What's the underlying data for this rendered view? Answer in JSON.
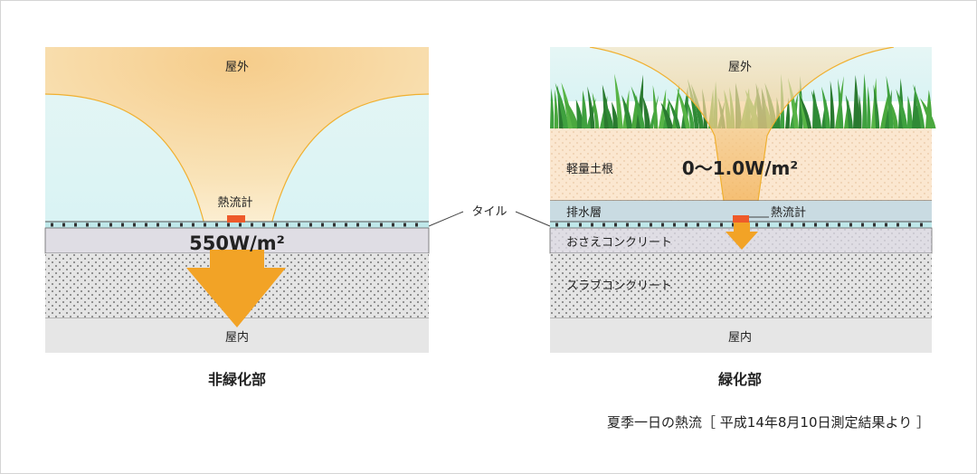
{
  "left_panel": {
    "outdoor": "屋外",
    "indoor": "屋内",
    "sensor": "熱流計",
    "flux": "550W/m²",
    "caption": "非緑化部"
  },
  "right_panel": {
    "outdoor": "屋外",
    "indoor": "屋内",
    "sensor": "熱流計",
    "flux": "0〜1.0W/m²",
    "caption": "緑化部",
    "layers": {
      "soil": "軽量土根",
      "drainage": "排水層",
      "topping": "おさえコンクリート",
      "slab": "スラブコンクリート"
    }
  },
  "tile_label": "タイル",
  "footer_note": "夏季一日の熱流［ 平成14年8月10日測定結果より ］",
  "colors": {
    "sky": "#dff5f5",
    "heat": "#f2a33a",
    "sensor": "#ee5a2a",
    "soil": "#fbe7d0",
    "drain": "#c9dbe2",
    "concrete": "#dfdde4",
    "slab": "#dcdcdc",
    "grass": "#3d9a3a"
  }
}
